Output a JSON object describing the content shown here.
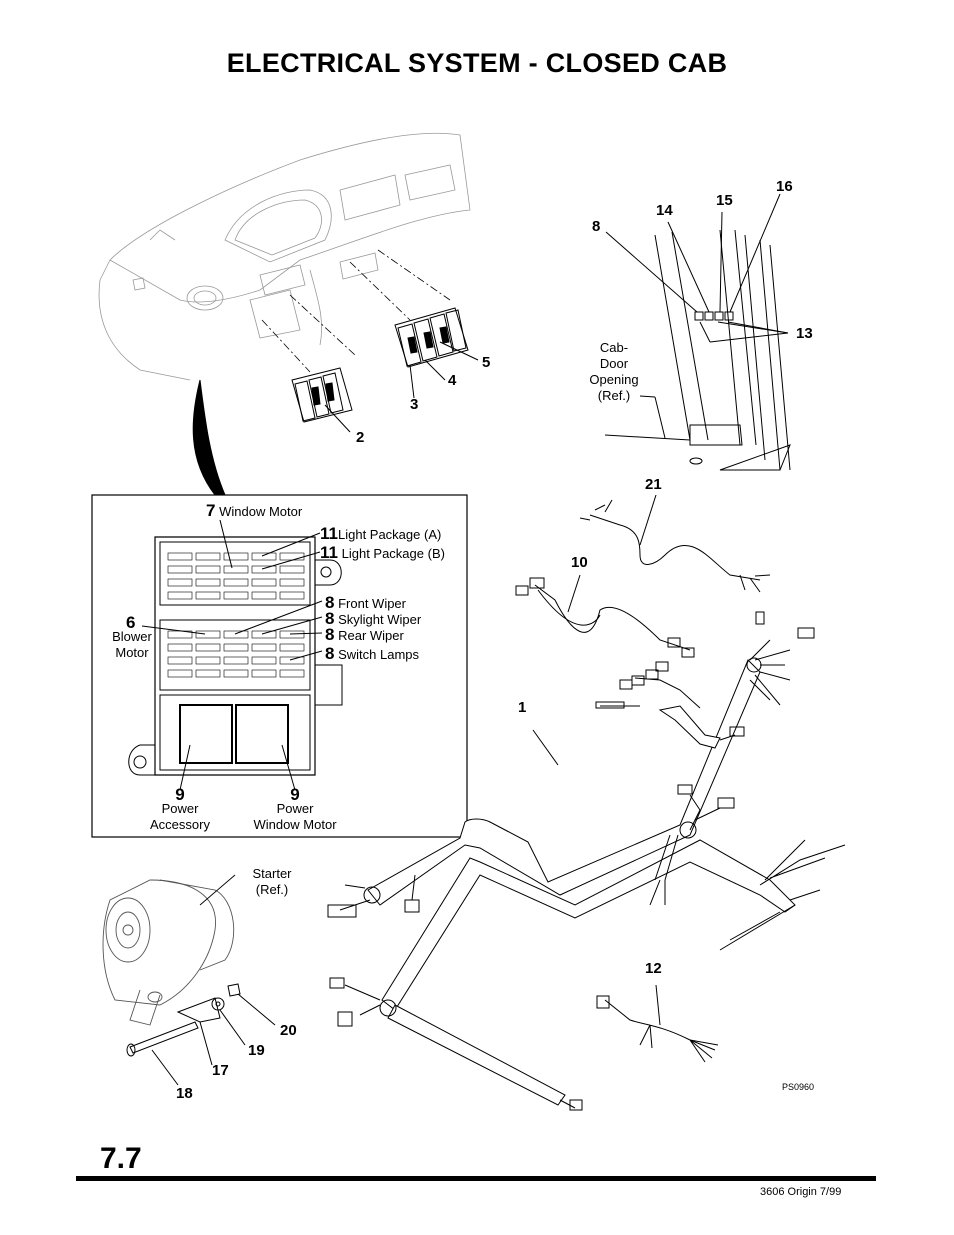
{
  "page": {
    "title": "ELECTRICAL SYSTEM - CLOSED CAB",
    "section_number": "7.7",
    "footer": "3606 Origin 7/99",
    "figure_id": "PS0960"
  },
  "callouts": {
    "c1": "1",
    "c2": "2",
    "c3": "3",
    "c4": "4",
    "c5": "5",
    "c8": "8",
    "c10": "10",
    "c12": "12",
    "c13": "13",
    "c14": "14",
    "c15": "15",
    "c16": "16",
    "c17": "17",
    "c18": "18",
    "c19": "19",
    "c20": "20",
    "c21": "21"
  },
  "fuse_panel": {
    "items": [
      {
        "num": "7",
        "label": "Window Motor"
      },
      {
        "num": "11",
        "label": "Light Package (A)"
      },
      {
        "num": "11",
        "label": "Light Package (B)"
      },
      {
        "num": "8",
        "label": "Front Wiper"
      },
      {
        "num": "8",
        "label": "Skylight Wiper"
      },
      {
        "num": "8",
        "label": "Rear Wiper"
      },
      {
        "num": "8",
        "label": "Switch Lamps"
      },
      {
        "num": "6",
        "label": "Blower\nMotor"
      },
      {
        "num": "9",
        "label": "Power\nAccessory"
      },
      {
        "num": "9",
        "label": "Power\nWindow Motor"
      }
    ]
  },
  "reference_labels": {
    "cab_door": "Cab-\nDoor\nOpening\n(Ref.)",
    "starter": "Starter\n(Ref.)"
  }
}
